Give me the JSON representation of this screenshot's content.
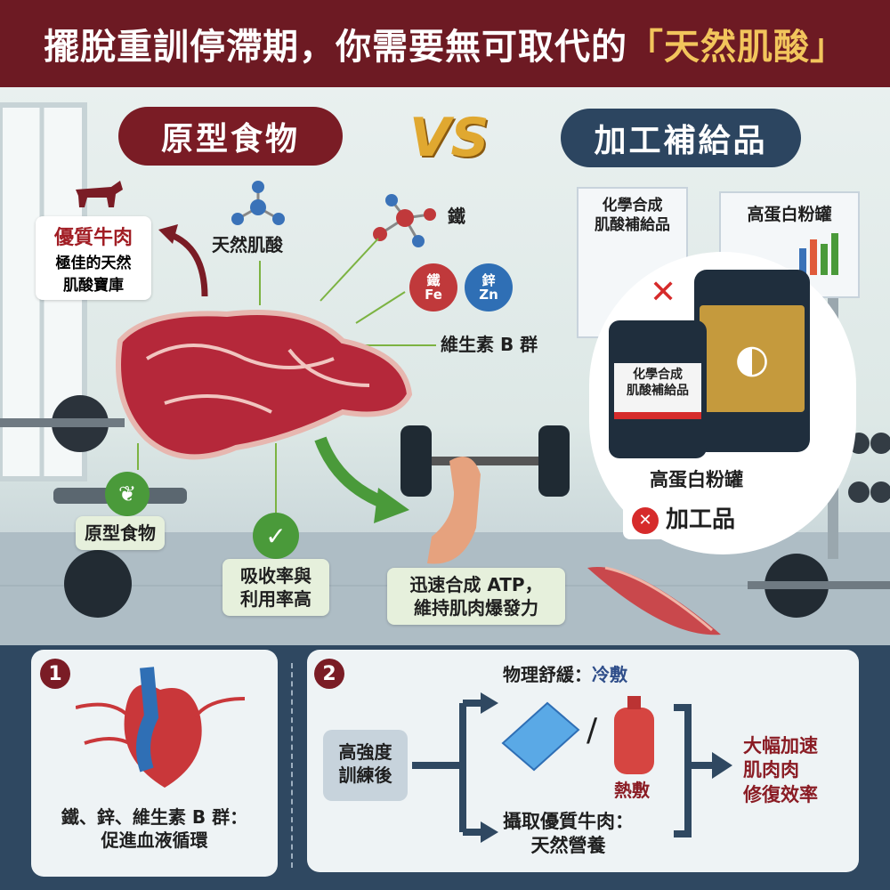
{
  "title": {
    "main": "擺脫重訓停滯期，你需要無可取代的",
    "highlight": "「天然肌酸」"
  },
  "left_header": "原型食物",
  "vs": "VS",
  "right_header": "加工補給品",
  "beef_box": {
    "title": "優質牛肉",
    "desc_line1": "極佳的天然",
    "desc_line2": "肌酸寶庫"
  },
  "labels": {
    "creatine": "天然肌酸",
    "iron": "鐵",
    "fe_top": "鐵",
    "fe": "Fe",
    "zn_top": "鋅",
    "zn": "Zn",
    "vitamin_b": "維生素 B 群",
    "whole_food": "原型食物",
    "absorb_line1": "吸收率與",
    "absorb_line2": "利用率高",
    "atp_line1": "迅速合成 ATP，",
    "atp_line2": "維持肌肉爆發力"
  },
  "supplements": {
    "board1_line1": "化學合成",
    "board1_line2": "肌酸補給品",
    "board2": "高蛋白粉罐",
    "jar1_line1": "化學合成",
    "jar1_line2": "肌酸補給品",
    "jar2_caption": "高蛋白粉罐",
    "processed": "加工品"
  },
  "panel1": {
    "num": "1",
    "line1": "鐵、鋅、維生素 B 群：",
    "line2": "促進血液循環"
  },
  "panel2": {
    "num": "2",
    "start_line1": "高強度",
    "start_line2": "訓練後",
    "top_prefix": "物理舒緩：",
    "cold": "冷敷",
    "slash": "/",
    "hot": "熱敷",
    "bottom_line1": "攝取優質牛肉：",
    "bottom_line2": "天然營養",
    "result_line1": "大幅加速",
    "result_line2": "肌肉肉",
    "result_line3": "修復效率"
  },
  "colors": {
    "maroon": "#6d1a23",
    "navy": "#2f4861",
    "gold": "#f2c55c",
    "green": "#4a9a3a",
    "red": "#d62b2b"
  }
}
